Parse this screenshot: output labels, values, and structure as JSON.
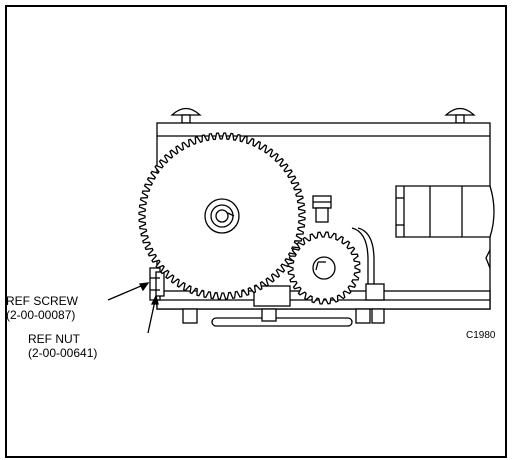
{
  "labels": {
    "screw": [
      "REF SCREW",
      "(2-00-00087)"
    ],
    "nut": [
      "REF NUT",
      "(2-00-00641)"
    ],
    "figure_code": "C1980"
  },
  "colors": {
    "line": "#000000",
    "background": "#ffffff"
  }
}
